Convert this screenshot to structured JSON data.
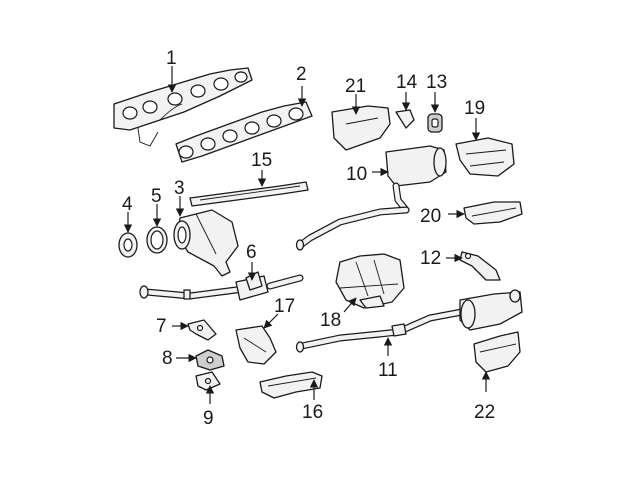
{
  "parts": [
    {
      "id": "1",
      "label": "1"
    },
    {
      "id": "2",
      "label": "2"
    },
    {
      "id": "3",
      "label": "3"
    },
    {
      "id": "4",
      "label": "4"
    },
    {
      "id": "5",
      "label": "5"
    },
    {
      "id": "6",
      "label": "6"
    },
    {
      "id": "7",
      "label": "7"
    },
    {
      "id": "8",
      "label": "8"
    },
    {
      "id": "9",
      "label": "9"
    },
    {
      "id": "10",
      "label": "10"
    },
    {
      "id": "11",
      "label": "11"
    },
    {
      "id": "12",
      "label": "12"
    },
    {
      "id": "13",
      "label": "13"
    },
    {
      "id": "14",
      "label": "14"
    },
    {
      "id": "15",
      "label": "15"
    },
    {
      "id": "16",
      "label": "16"
    },
    {
      "id": "17",
      "label": "17"
    },
    {
      "id": "18",
      "label": "18"
    },
    {
      "id": "19",
      "label": "19"
    },
    {
      "id": "20",
      "label": "20"
    },
    {
      "id": "21",
      "label": "21"
    },
    {
      "id": "22",
      "label": "22"
    }
  ],
  "colors": {
    "line": "#1a1a1a",
    "fill": "#f2f2f2",
    "background": "#ffffff"
  }
}
